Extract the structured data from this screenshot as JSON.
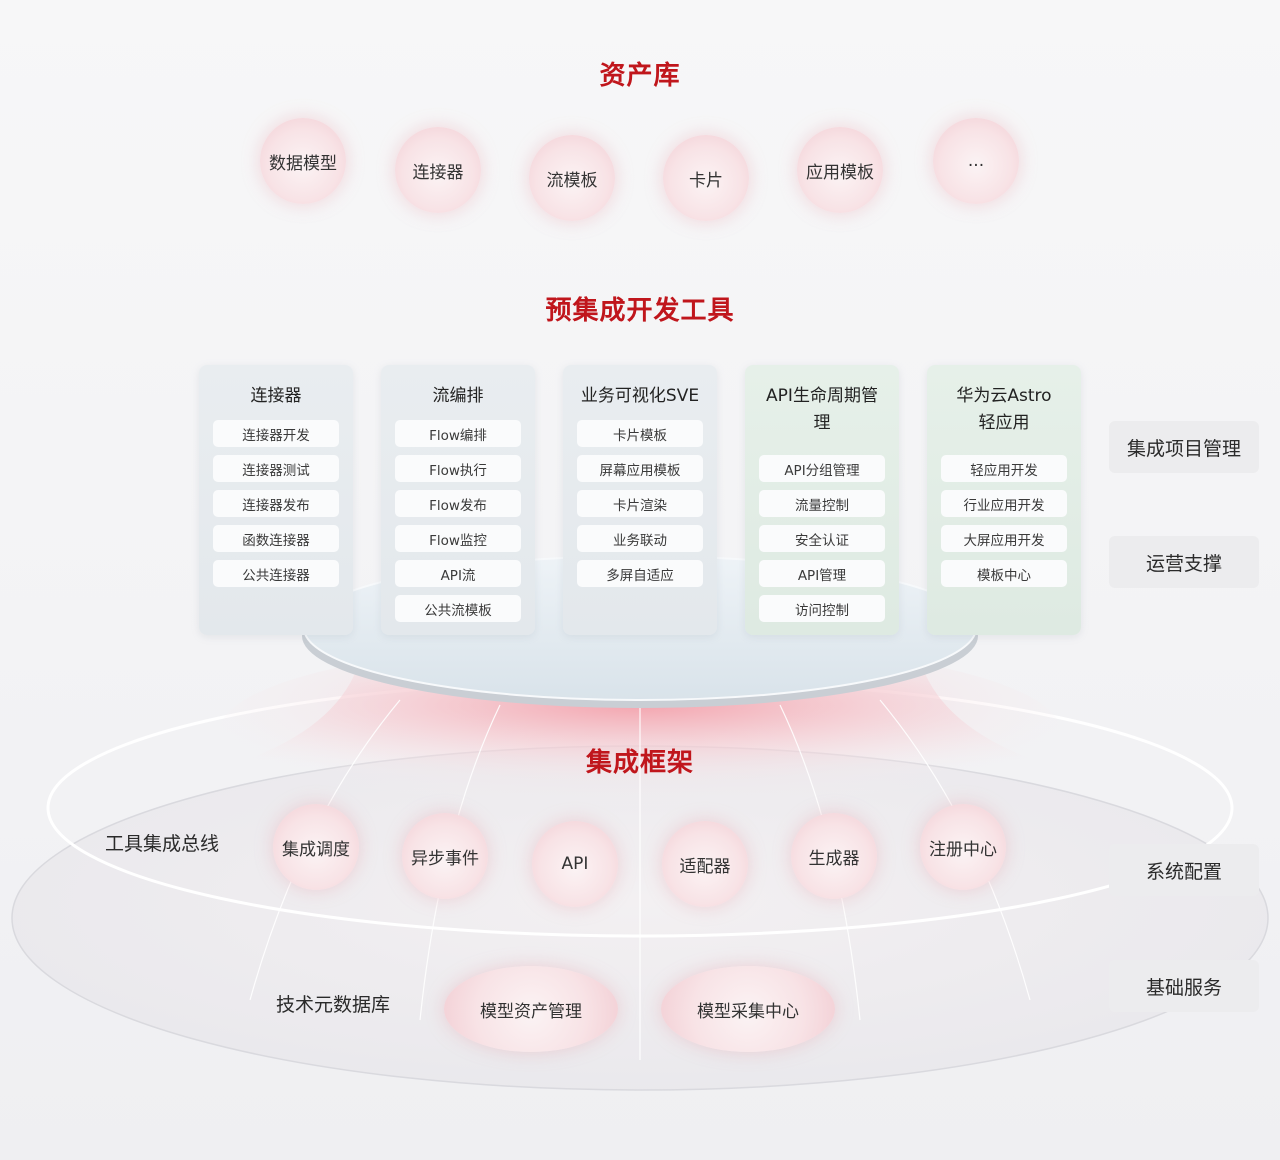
{
  "asset_library": {
    "title": "资产库",
    "items": [
      "数据模型",
      "连接器",
      "流模板",
      "卡片",
      "应用模板",
      "..."
    ]
  },
  "dev_tools": {
    "title": "预集成开发工具",
    "cards": [
      {
        "title": "连接器",
        "items": [
          "连接器开发",
          "连接器测试",
          "连接器发布",
          "函数连接器",
          "公共连接器"
        ]
      },
      {
        "title": "流编排",
        "items": [
          "Flow编排",
          "Flow执行",
          "Flow发布",
          "Flow监控",
          "API流",
          "公共流模板"
        ]
      },
      {
        "title": "业务可视化SVE",
        "items": [
          "卡片模板",
          "屏幕应用模板",
          "卡片渲染",
          "业务联动",
          "多屏自适应"
        ]
      },
      {
        "title": "API生命周期管理",
        "items": [
          "API分组管理",
          "流量控制",
          "安全认证",
          "API管理",
          "访问控制"
        ]
      },
      {
        "title": "华为云Astro轻应用",
        "items": [
          "轻应用开发",
          "行业应用开发",
          "大屏应用开发",
          "模板中心"
        ]
      }
    ]
  },
  "framework": {
    "title": "集成框架",
    "bus_label": "工具集成总线",
    "bus_items": [
      "集成调度",
      "异步事件",
      "API",
      "适配器",
      "生成器",
      "注册中心"
    ],
    "metadata_label": "技术元数据库",
    "metadata_items": [
      "模型资产管理",
      "模型采集中心"
    ]
  },
  "side_panel": [
    "集成项目管理",
    "运营支撑",
    "系统配置",
    "基础服务"
  ],
  "colors": {
    "title_red": "#c0161c",
    "bubble_pink": "#f2cdd3",
    "card_gray": "#e6ebee",
    "card_green": "#e2ede5"
  }
}
